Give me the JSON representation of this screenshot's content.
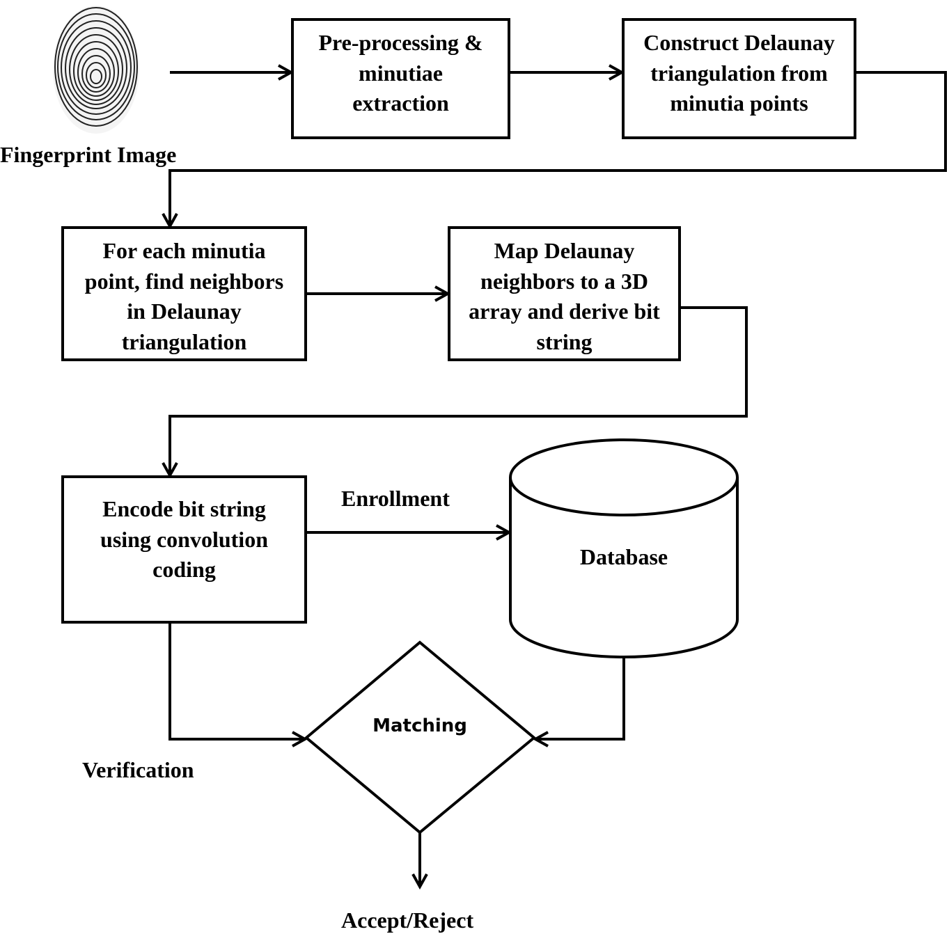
{
  "fingerprint": {
    "label": "Fingerprint Image",
    "icon": "fingerprint-icon"
  },
  "steps": {
    "preprocess": "Pre-processing &\nminutiae\nextraction",
    "delaunay": "Construct Delaunay\ntriangulation from\nminutia points",
    "neighbors": "For each minutia\npoint, find neighbors\nin Delaunay\ntriangulation",
    "map3d": "Map Delaunay\nneighbors to a 3D\narray and derive bit\nstring",
    "encode": "Encode bit string\nusing convolution\ncoding"
  },
  "database": {
    "label": "Database"
  },
  "matching": {
    "label": "Matching"
  },
  "edges": {
    "enrollment": "Enrollment",
    "verification": "Verification",
    "result": "Accept/Reject"
  },
  "colors": {
    "stroke": "#000000",
    "background": "#ffffff"
  }
}
